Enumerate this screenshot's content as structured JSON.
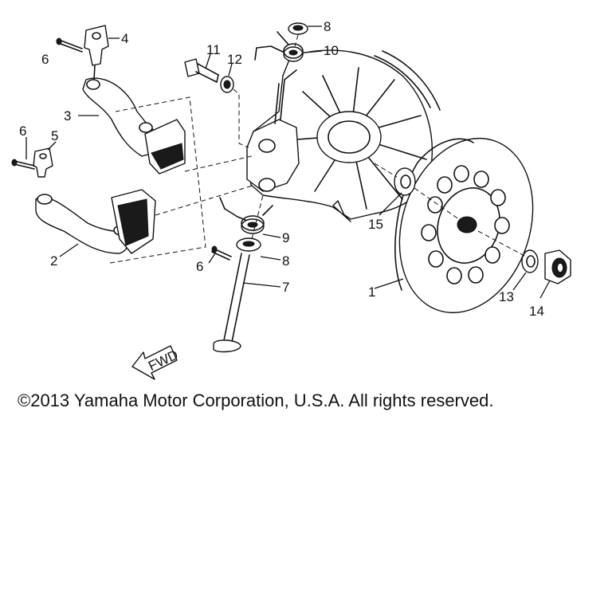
{
  "diagram": {
    "callouts": [
      "8",
      "10",
      "11",
      "12",
      "4",
      "6",
      "3",
      "6",
      "5",
      "2",
      "15",
      "1",
      "9",
      "8",
      "6",
      "7",
      "13",
      "14"
    ],
    "fwd_label": "FWD"
  },
  "footer": {
    "copyright": "©2013 Yamaha Motor Corporation, U.S.A. All rights reserved."
  }
}
